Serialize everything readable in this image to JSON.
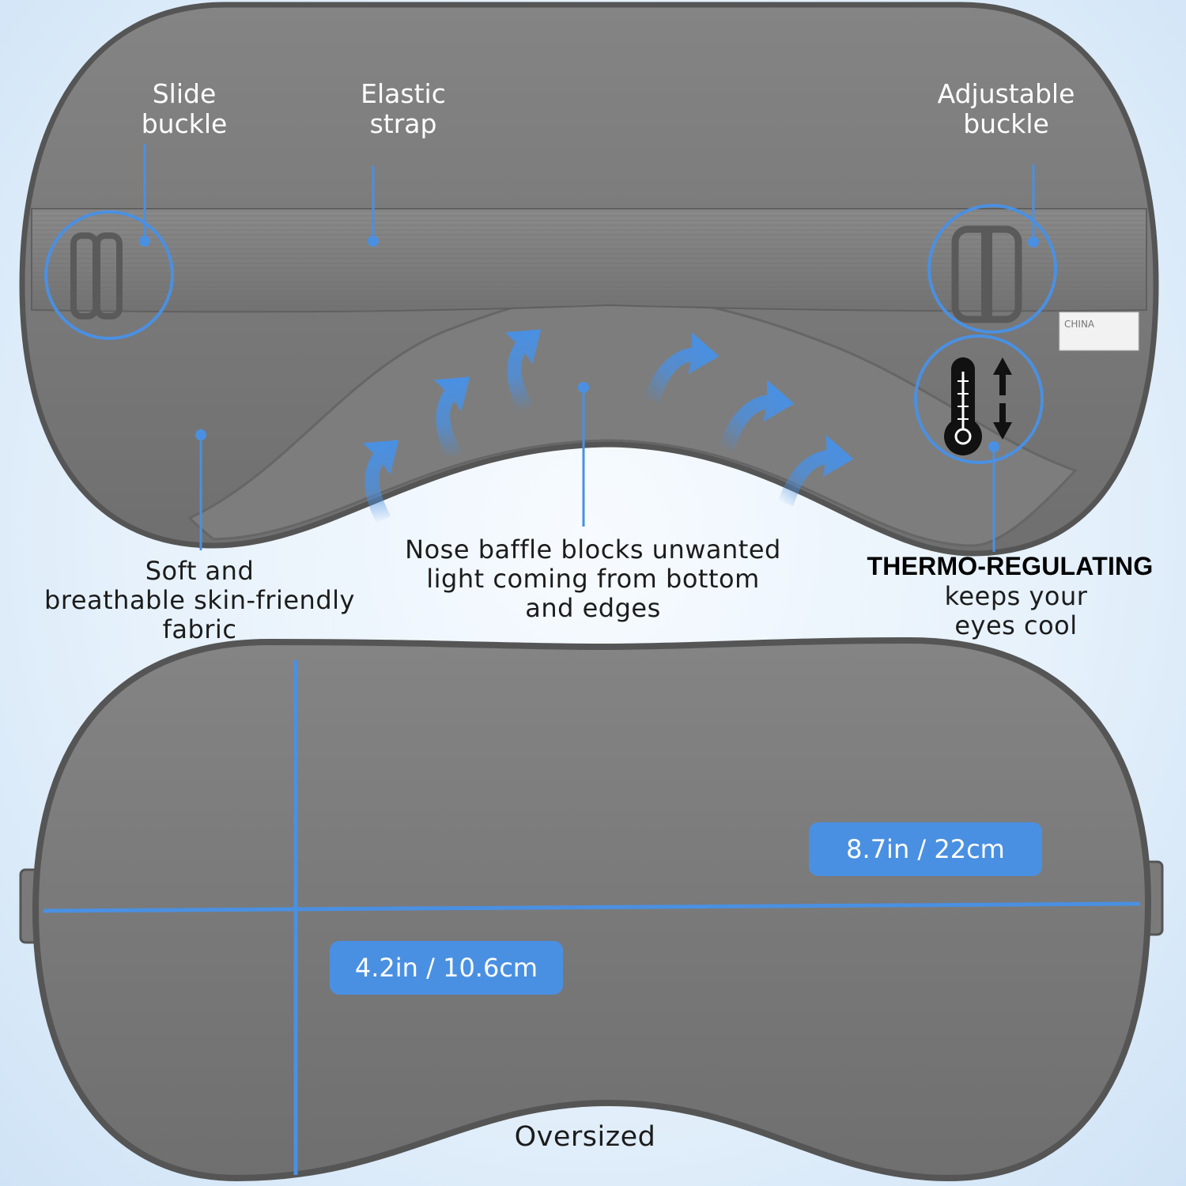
{
  "colors": {
    "accent": "#4a90e2",
    "mask": "#797979",
    "mask_edge": "#5f5f5f",
    "background": "#e6f1fb"
  },
  "labels": {
    "slide_buckle": "Slide\nbuckle",
    "elastic_strap": "Elastic\nstrap",
    "adjustable_buckle": "Adjustable\nbuckle",
    "soft_fabric": "Soft and\nbreathable skin-friendly\nfabric",
    "nose_baffle": "Nose baffle blocks unwanted\nlight coming from bottom\nand edges",
    "thermo_title": "THERMO-REGULATING",
    "thermo_desc": "keeps your\neyes cool",
    "oversized": "Oversized"
  },
  "dimensions": {
    "width": "8.7in / 22cm",
    "height": "4.2in / 10.6cm"
  },
  "tag_text": "CHINA",
  "icons": [
    "thermometer-icon",
    "up-down-arrows-icon",
    "airflow-arrow-icon"
  ]
}
